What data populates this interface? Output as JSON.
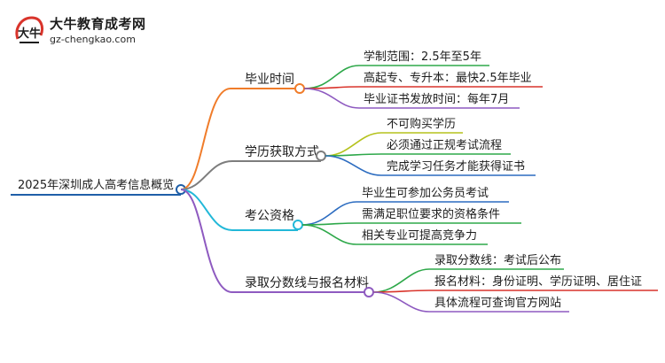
{
  "logo": {
    "title": "大牛教育成考网",
    "url": "gz-chengkao.com",
    "mark_text": "大牛"
  },
  "colors": {
    "root": "#1f5fa8",
    "orange": "#f07c2a",
    "gray": "#7d7d7d",
    "cyan": "#22b8d8",
    "purple": "#8e5ac0",
    "green": "#2ea84a",
    "red": "#d9342b",
    "olive": "#b5c21d",
    "blue": "#2c6cc0"
  },
  "mindmap": {
    "root": "2025年深圳成人高考信息概览",
    "branches": [
      {
        "label": "毕业时间",
        "color": "orange",
        "children": [
          {
            "label": "学制范围：2.5年至5年",
            "color": "green"
          },
          {
            "label": "高起专、专升本：最快2.5年毕业",
            "color": "red"
          },
          {
            "label": "毕业证书发放时间：每年7月",
            "color": "purple"
          }
        ]
      },
      {
        "label": "学历获取方式",
        "color": "gray",
        "children": [
          {
            "label": "不可购买学历",
            "color": "olive"
          },
          {
            "label": "必须通过正规考试流程",
            "color": "green"
          },
          {
            "label": "完成学习任务才能获得证书",
            "color": "blue"
          }
        ]
      },
      {
        "label": "考公资格",
        "color": "cyan",
        "children": [
          {
            "label": "毕业生可参加公务员考试",
            "color": "blue"
          },
          {
            "label": "需满足职位要求的资格条件",
            "color": "green"
          },
          {
            "label": "相关专业可提高竞争力",
            "color": "green"
          }
        ]
      },
      {
        "label": "录取分数线与报名材料",
        "color": "purple",
        "children": [
          {
            "label": "录取分数线：考试后公布",
            "color": "green"
          },
          {
            "label": "报名材料：身份证明、学历证明、居住证",
            "color": "red"
          },
          {
            "label": "具体流程可查询官方网站",
            "color": "purple"
          }
        ]
      }
    ]
  }
}
